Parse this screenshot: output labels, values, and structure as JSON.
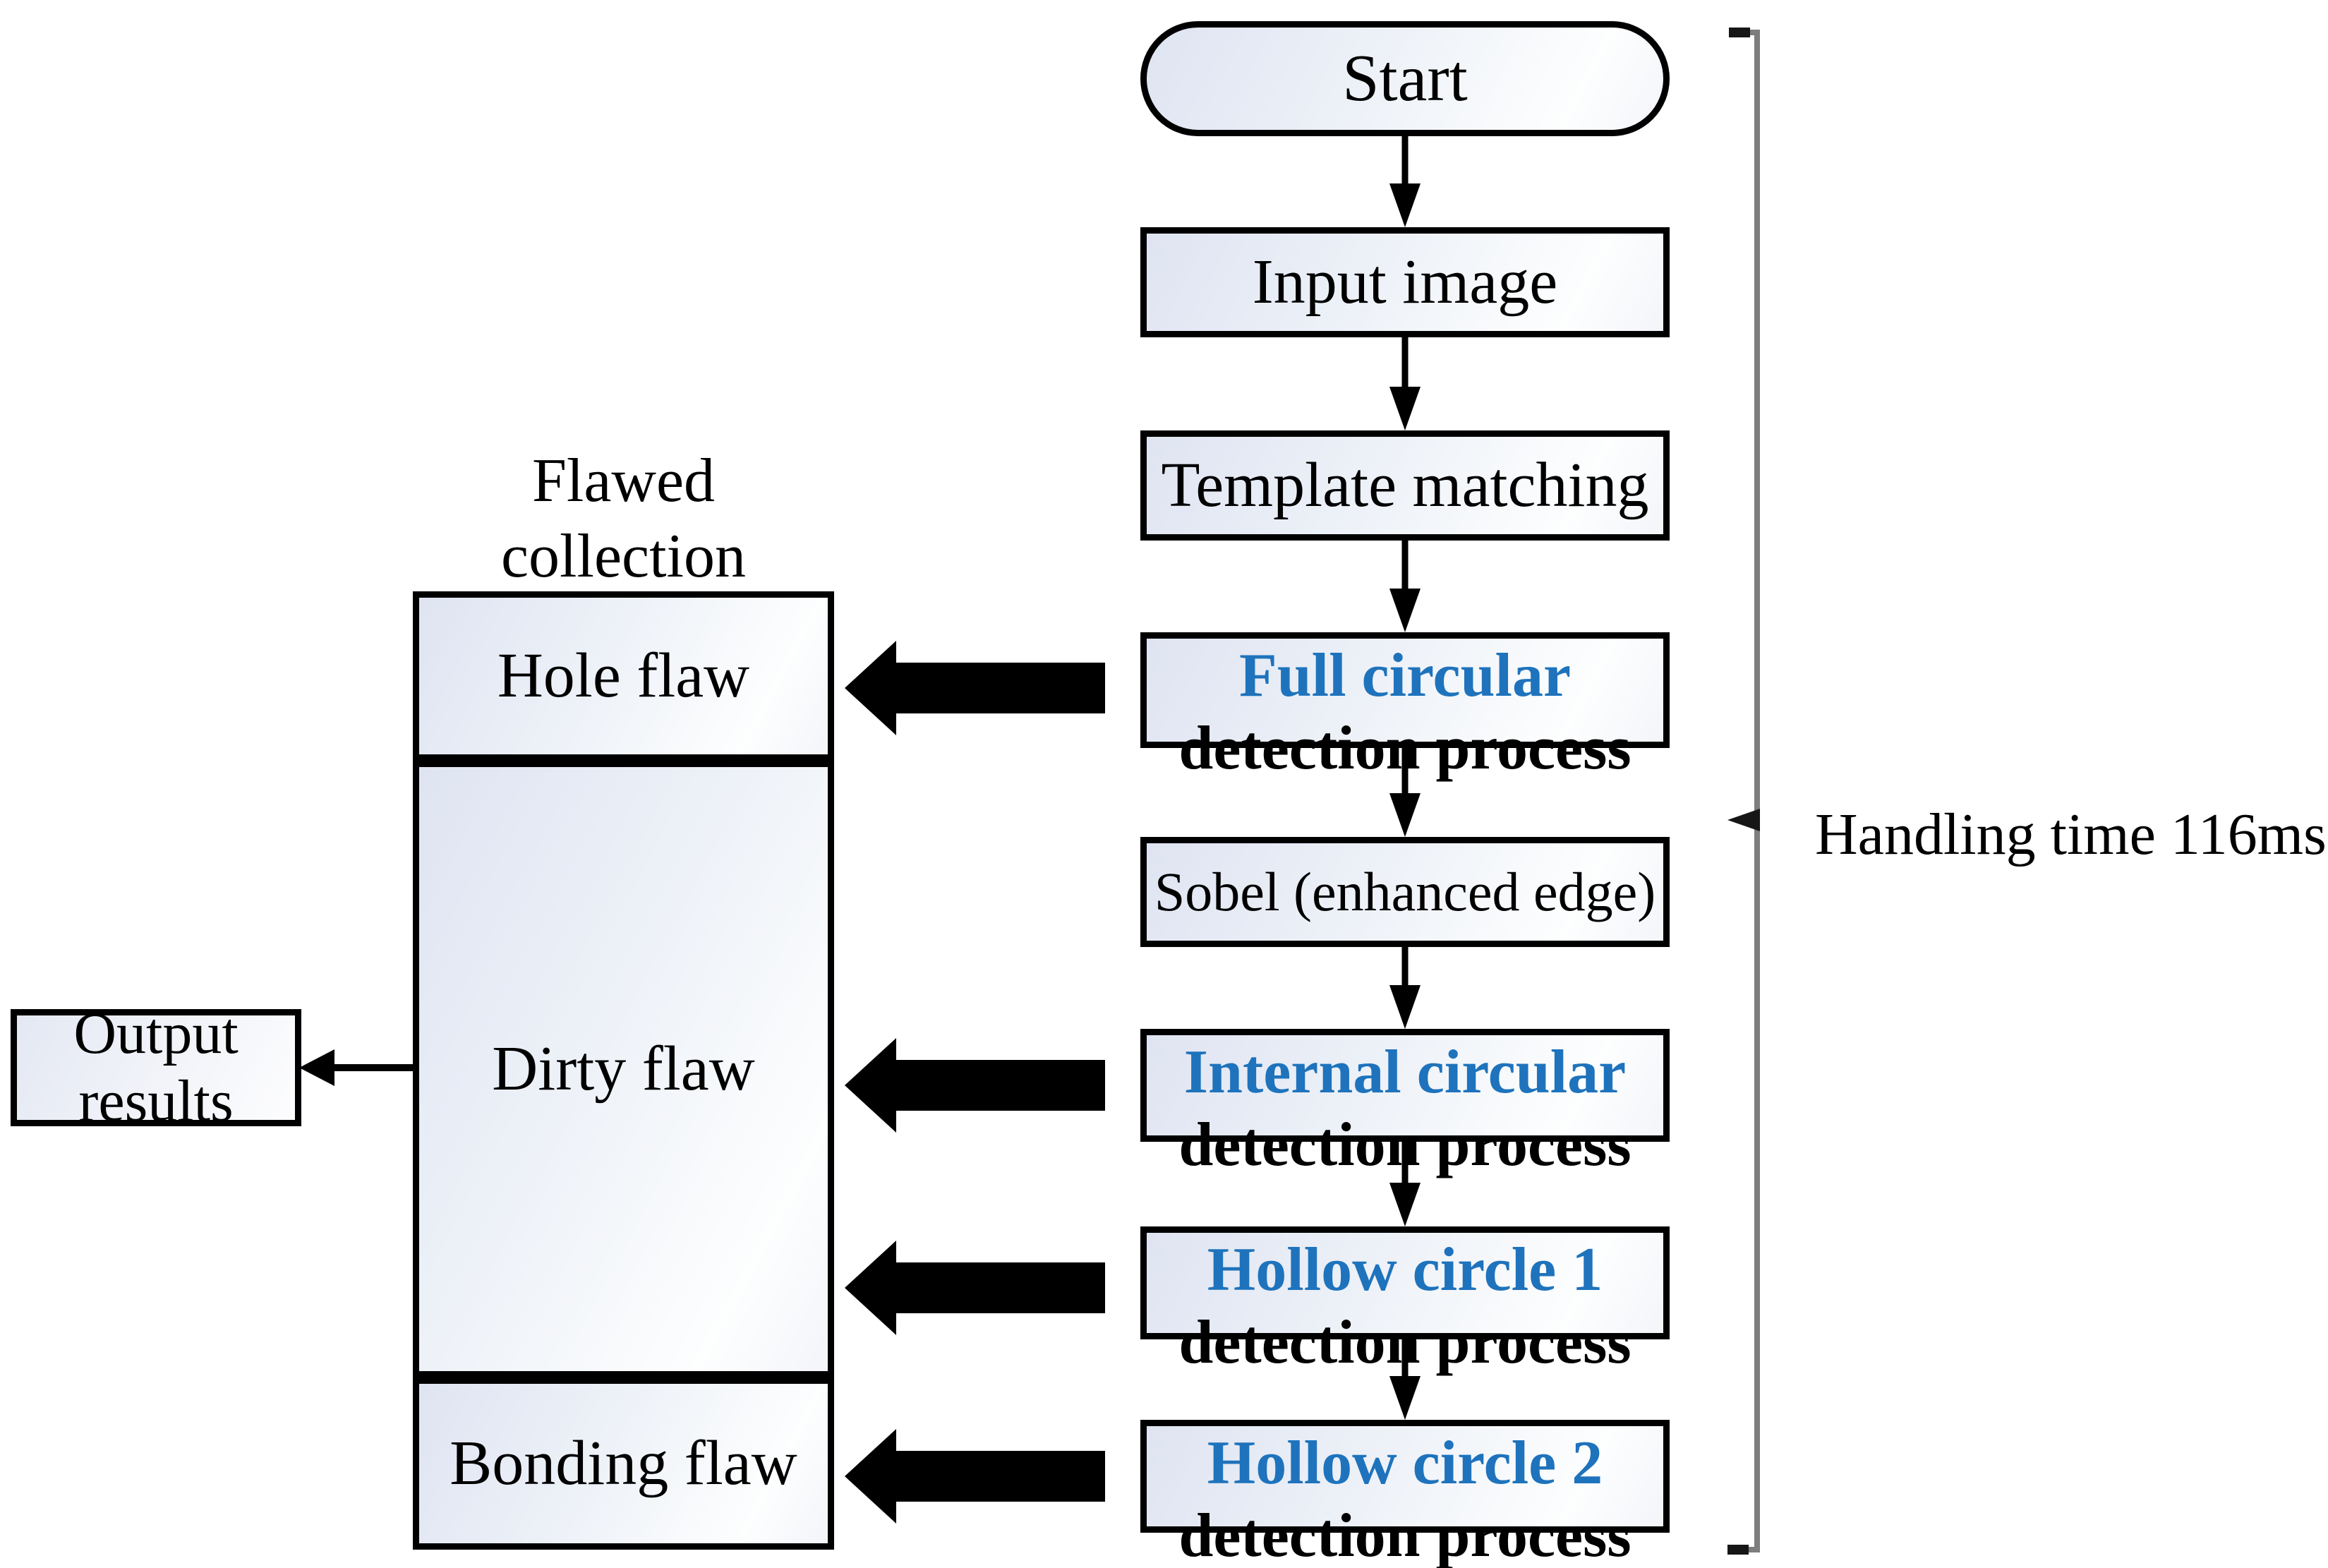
{
  "colors": {
    "accent_blue": "#1e73bc",
    "box_border": "#000000",
    "bracket_gray": "#7d7d7d",
    "arrow_black": "#000000"
  },
  "flow": {
    "start": "Start",
    "input_image": "Input image",
    "template_matching": "Template matching",
    "full_circular": {
      "line1": "Full circular",
      "line2": "detection process"
    },
    "sobel": "Sobel (enhanced edge)",
    "internal_circular": {
      "line1": "Internal circular",
      "line2": "detection process"
    },
    "hollow_circle_1": {
      "line1": "Hollow circle 1",
      "line2": "detection process"
    },
    "hollow_circle_2": {
      "line1": "Hollow circle 2",
      "line2": "detection process"
    }
  },
  "collection": {
    "heading_line1": "Flawed",
    "heading_line2": "collection",
    "items": [
      "Hole flaw",
      "Dirty flaw",
      "Bonding flaw"
    ]
  },
  "output": {
    "line1": "Output",
    "line2": "results"
  },
  "annotation": {
    "handling_time": "Handling time 116ms"
  }
}
